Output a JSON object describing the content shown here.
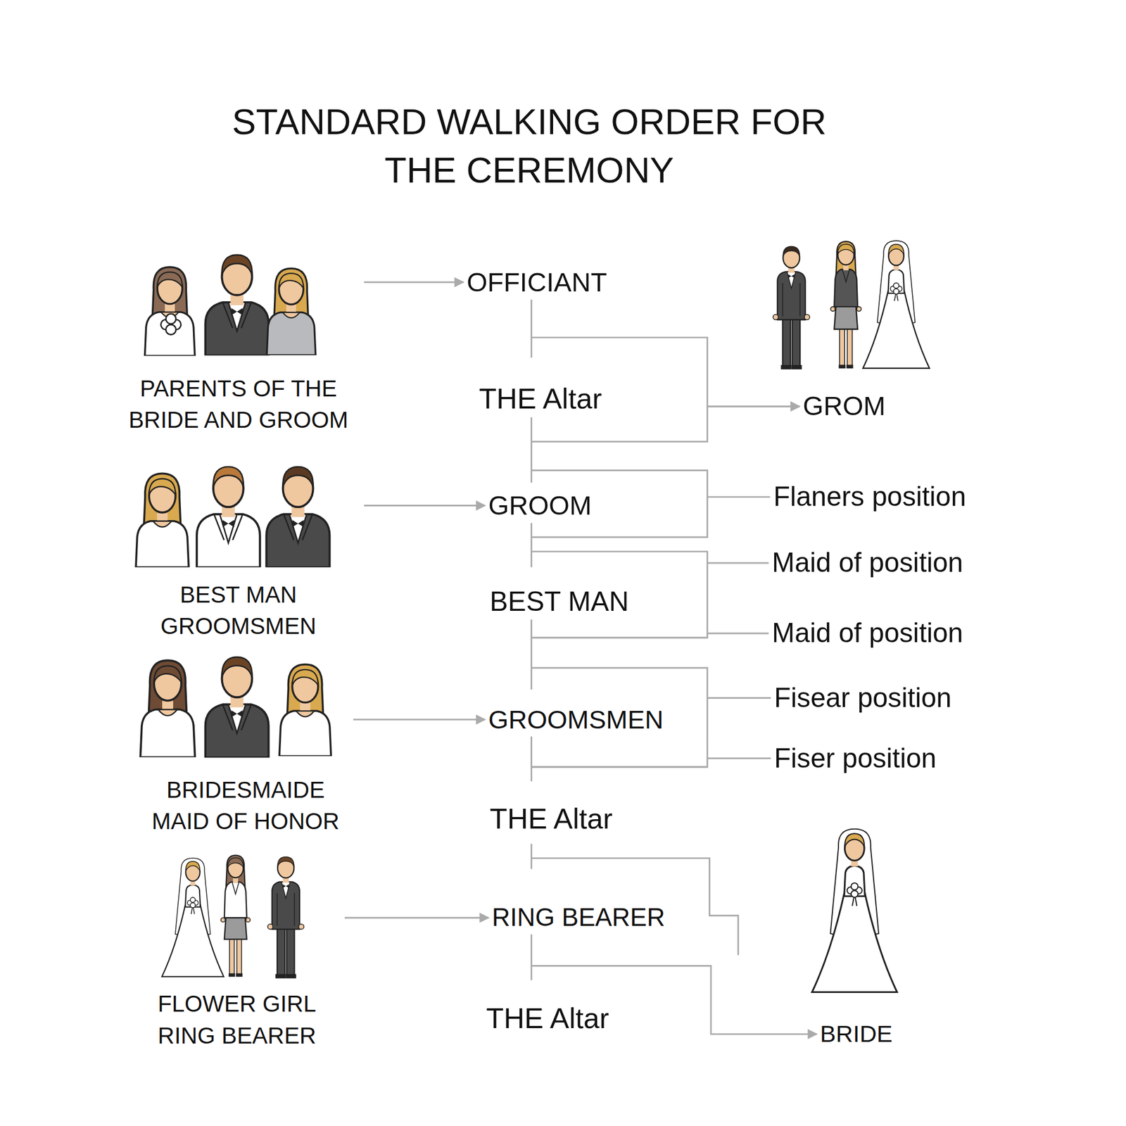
{
  "diagram": {
    "title": "STANDARD WALKING ORDER FOR THE CEREMONY",
    "nodes": [
      {
        "text": [
          "PARENTS OF THE BRIDE AND GROOM"
        ]
      },
      {
        "text": [
          "BEST MAN GROOMSMEN"
        ]
      },
      {
        "text": [
          "BRIDESMAIDE MAID OF HONOR"
        ]
      },
      {
        "text": [
          "FLOWER GIRL RING BEARER"
        ]
      },
      {
        "text": [
          "OFFICIANT"
        ]
      },
      {
        "text": [
          "THE Altar"
        ]
      },
      {
        "text": [
          "GROOM"
        ]
      },
      {
        "text": [
          "BEST MAN"
        ]
      },
      {
        "text": [
          "GROOMSMEN"
        ]
      },
      {
        "text": [
          "THE Altar"
        ]
      },
      {
        "text": [
          "RING BEARER"
        ]
      },
      {
        "text": [
          "THE Altar"
        ]
      },
      {
        "text": [
          "GROM"
        ]
      },
      {
        "text": [
          "Flaners position"
        ]
      },
      {
        "text": [
          "Maid of position"
        ]
      },
      {
        "text": [
          "Maid of position"
        ]
      },
      {
        "text": [
          "Fisear position"
        ]
      },
      {
        "text": [
          "Fiser position"
        ]
      },
      {
        "text": [
          "BRIDE"
        ]
      }
    ],
    "edges": [
      {
        "from": 0,
        "to": 4,
        "arrow": "to"
      },
      {
        "from": 1,
        "to": 6,
        "arrow": "to"
      },
      {
        "from": 2,
        "to": 8,
        "arrow": "to"
      },
      {
        "from": 3,
        "to": 10,
        "arrow": "to"
      },
      {
        "from": 4,
        "to": 12,
        "arrow": "to"
      },
      {
        "from": 5,
        "to": 12,
        "arrow": "to"
      },
      {
        "from": 6,
        "to": 13,
        "arrow": "none"
      },
      {
        "from": 7,
        "to": 14,
        "arrow": "none"
      },
      {
        "from": 7,
        "to": 15,
        "arrow": "none"
      },
      {
        "from": 8,
        "to": 16,
        "arrow": "none"
      },
      {
        "from": 8,
        "to": 17,
        "arrow": "none"
      },
      {
        "from": 10,
        "to": 18,
        "arrow": "to"
      }
    ]
  }
}
